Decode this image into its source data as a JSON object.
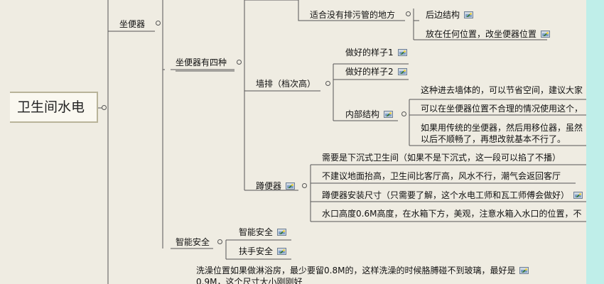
{
  "root": {
    "label": "卫生间水电"
  },
  "toilet": {
    "label": "坐便器",
    "four_kinds": {
      "label": "坐便器有四种",
      "no_drain": {
        "label": "适合没有排污管的地方",
        "items": [
          "后边结构",
          "放在任何位置，改坐便器位置"
        ]
      },
      "wall_hung": {
        "label": "墙排（档次高）",
        "samples": [
          "做好的样子1",
          "做好的样子2"
        ],
        "inner": {
          "label": "内部结构",
          "notes": [
            "这种进去墙体的，可以节省空间，建议大家",
            "可以在坐便器位置不合理的情况使用这个，",
            "如果用传统的坐便器，然后用移位器，虽然",
            "以后不顺畅了，再想改就基本不行了。"
          ]
        }
      },
      "squat": {
        "label": "蹲便器",
        "notes": [
          "需要是下沉式卫生间（如果不是下沉式，这一段可以掐了不播）",
          "不建议地面抬高，卫生间比客厅高，风水不行，潮气会返回客厅",
          "蹲便器安装尺寸（只需要了解，这个水电工师和瓦工师傅会做好）",
          "水口高度0.6M高度，在水箱下方，美观，注意水箱入水口的位置，不"
        ]
      }
    },
    "smart_safety": {
      "label": "智能安全",
      "items": [
        "智能安全",
        "扶手安全"
      ]
    }
  },
  "shower": {
    "line1": "洗澡位置如果做淋浴房，最少要留0.8M的，这样洗澡的时候胳膊碰不到玻璃，最好是",
    "line2": "0.9M，这个尺寸大小刚刚好"
  },
  "colors": {
    "sheet": "#efece2",
    "border": "#bfeee9",
    "line": "#555555"
  },
  "icons": [
    "image-icon",
    "collapse-toggle-icon"
  ]
}
